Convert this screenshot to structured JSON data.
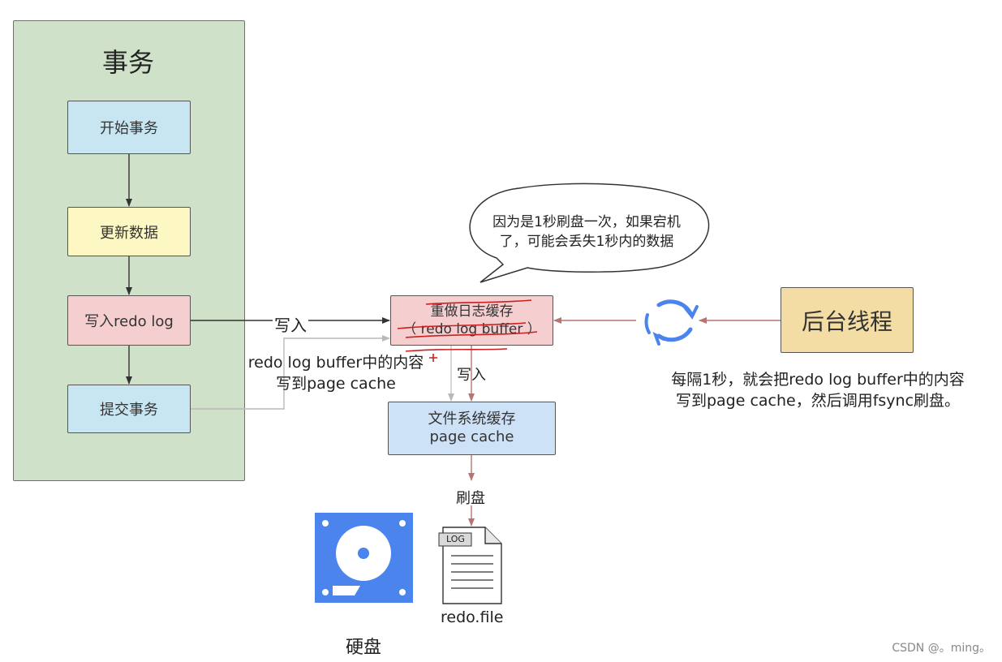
{
  "panel": {
    "title": "事务",
    "steps": [
      "开始事务",
      "更新数据",
      "写入redo log",
      "提交事务"
    ]
  },
  "buffer": {
    "line1": "重做日志缓存",
    "line2": "（ redo log buffer ）"
  },
  "cache": {
    "line1": "文件系统缓存",
    "line2": "page cache"
  },
  "thread": {
    "label": "后台线程"
  },
  "bubble": {
    "line1": "因为是1秒刷盘一次，如果宕机",
    "line2": "了，可能会丢失1秒内的数据"
  },
  "labels": {
    "write_in": "写入",
    "commit_note_line1": "redo log buffer中的内容",
    "commit_note_line2": "写到page cache",
    "write_down": "写入",
    "flush": "刷盘",
    "log_tag": "LOG",
    "redo_file": "redo.file",
    "disk": "硬盘"
  },
  "thread_note": {
    "line1": "每隔1秒，就会把redo log buffer中的内容",
    "line2": "写到page cache，然后调用fsync刷盘。"
  },
  "watermark": "CSDN @。ming。",
  "colors": {
    "panel_bg": "#cfe2c9",
    "blue_box": "#c8e6f1",
    "yellow_box": "#fdf7c3",
    "pink_box": "#f5cfd0",
    "cache_box": "#cde1f7",
    "thread_box": "#f4dda5",
    "disk_icon": "#4a84ec",
    "refresh_icon": "#4a84ec",
    "annotation_red": "#cc1f1f"
  },
  "icons": [
    "hard-disk-icon",
    "log-file-icon",
    "refresh-cycle-icon"
  ]
}
